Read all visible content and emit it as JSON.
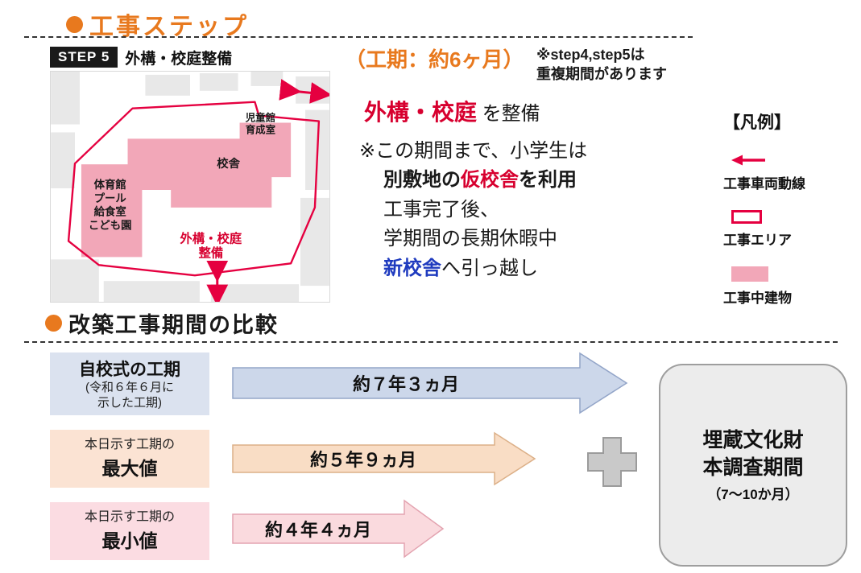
{
  "colors": {
    "accent_orange": "#e8791e",
    "construction_red": "#d7002f",
    "map_outline_red": "#e50040",
    "building_pink": "#f2a7b8",
    "blue_text": "#1f3bbf",
    "arrow1_fill": "#ccd7ea",
    "arrow2_fill": "#f9ddc5",
    "arrow3_fill": "#fadade"
  },
  "section1": {
    "title": "工事ステップ"
  },
  "step_panel": {
    "badge": "STEP 5",
    "title": "外構・校庭整備",
    "map": {
      "jidokan1": "児童館",
      "jidokan2": "育成室",
      "kosha": "校舎",
      "taiikukan1": "体育館",
      "taiikukan2": "プール",
      "taiikukan3": "給食室",
      "taiikukan4": "こども園",
      "gaiko1": "外構・校庭",
      "gaiko2": "整備"
    }
  },
  "info": {
    "period": "（工期：約6ヶ月）",
    "note_line1": "※step4,step5は",
    "note_line2": "重複期間があります",
    "headline_red": "外構・校庭",
    "headline_rest": " を整備",
    "body_line1": "※この期間まで、小学生は",
    "body_line2_pre": "別敷地の",
    "body_line2_red": "仮校舎",
    "body_line2_post": "を利用",
    "body_line3": "工事完了後、",
    "body_line4": "学期間の長期休暇中",
    "body_line5_blue": "新校舎",
    "body_line5_post": "へ引っ越し"
  },
  "legend": {
    "title": "【凡例】",
    "item1": "工事車両動線",
    "item2": "工事エリア",
    "item3": "工事中建物"
  },
  "section2": {
    "title": "改築工事期間の比較"
  },
  "comparison": {
    "rows": [
      {
        "title": "自校式の工期",
        "sub1": "(令和６年６月に",
        "sub2": "示した工期)",
        "duration": "約７年３ヵ月"
      },
      {
        "sub": "本日示す工期の",
        "title": "最大値",
        "duration": "約５年９ヵ月"
      },
      {
        "sub": "本日示す工期の",
        "title": "最小値",
        "duration": "約４年４ヵ月"
      }
    ],
    "survey_box": {
      "line1": "埋蔵文化財",
      "line2": "本調査期間",
      "line3": "（7～10か月）"
    }
  },
  "chart_data": {
    "type": "bar",
    "orientation": "horizontal",
    "title": "改築工事期間の比較",
    "categories": [
      "自校式の工期 (令和６年６月に示した工期)",
      "本日示す工期の最大値",
      "本日示す工期の最小値"
    ],
    "values_months": [
      87,
      69,
      52
    ],
    "value_labels": [
      "約７年３ヵ月",
      "約５年９ヵ月",
      "約４年４ヵ月"
    ],
    "annotation": "＋ 埋蔵文化財本調査期間（7～10か月）"
  }
}
